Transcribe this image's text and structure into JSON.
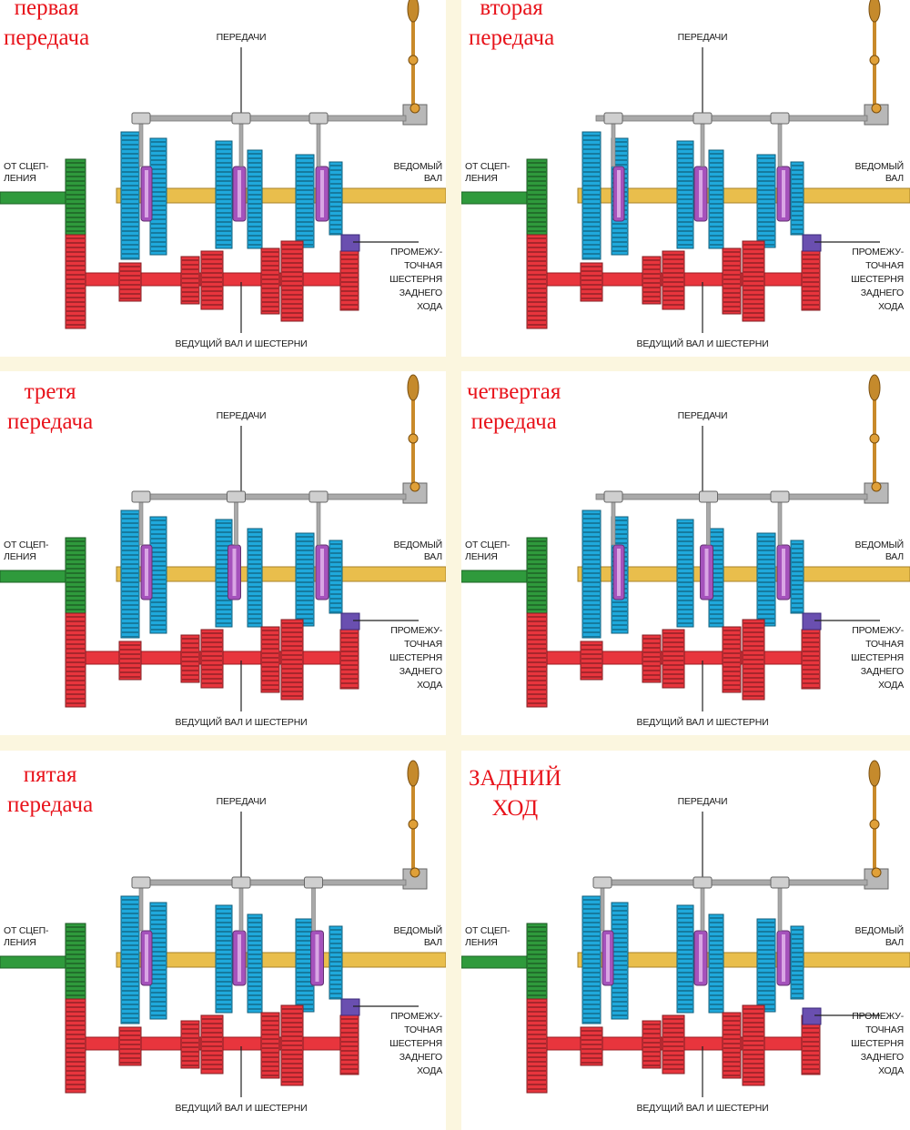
{
  "colors": {
    "gutter": "#fbf6df",
    "panel": "#ffffff",
    "title": "#e8131b",
    "input_shaft": "#2f9a3c",
    "driven_shaft": "#e9be4c",
    "driven_gears": "#1fa9dc",
    "synchronizers": "#a552bc",
    "countershaft": "#e8353d",
    "idler": "#6a4fb0",
    "rail": "#a9a9a9",
    "lever": "#c98a2a"
  },
  "labels": {
    "gears": "ПЕРЕДАЧИ",
    "from_clutch_line1": "ОТ СЦЕП-",
    "from_clutch_line2": "ЛЕНИЯ",
    "driven_shaft_line1": "ВЕДОМЫЙ",
    "driven_shaft_line2": "ВАЛ",
    "idler_line1": "ПРОМЕЖУ-",
    "idler_line2": "ТОЧНАЯ",
    "idler_line3": "ШЕСТЕРНЯ",
    "idler_line4": "ЗАДНЕГО",
    "idler_line5": "ХОДА",
    "drive_shaft": "ВЕДУЩИЙ ВАЛ И ШЕСТЕРНИ"
  },
  "panels": [
    {
      "title_line1": "первая",
      "title_line2": "передача",
      "engaged_gear": "1",
      "active_fork": 1
    },
    {
      "title_line1": "вторая",
      "title_line2": "передача",
      "engaged_gear": "2",
      "active_fork": 1
    },
    {
      "title_line1": "третя",
      "title_line2": "передача",
      "engaged_gear": "3",
      "active_fork": 2
    },
    {
      "title_line1": "четвертая",
      "title_line2": "передача",
      "engaged_gear": "4",
      "active_fork": 2
    },
    {
      "title_line1": "пятая",
      "title_line2": "передача",
      "engaged_gear": "5",
      "active_fork": 3
    },
    {
      "title_line1": "ЗАДНИЙ",
      "title_line2": "ХОД",
      "engaged_gear": "R",
      "active_fork": 3
    }
  ]
}
